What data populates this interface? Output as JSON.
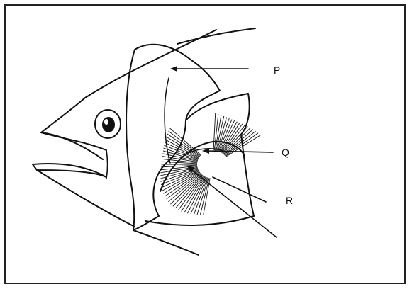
{
  "diagram": {
    "labels": {
      "p": "P",
      "q": "Q",
      "r": "R"
    },
    "ink_color": "#111111",
    "background": "#ffffff"
  }
}
